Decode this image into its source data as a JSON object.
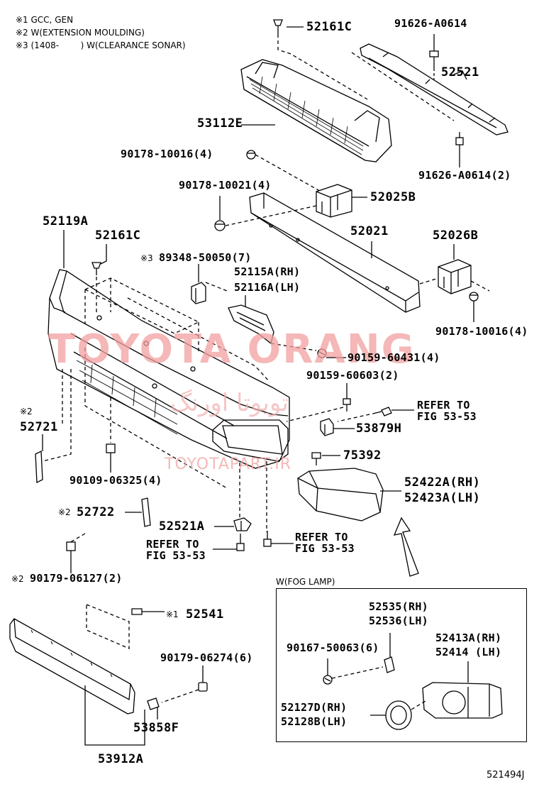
{
  "notes": {
    "n1": "※1 GCC, GEN",
    "n2": "※2 W(EXTENSION MOULDING)",
    "n3": "※3 (1408-        ) W(CLEARANCE SONAR)"
  },
  "watermark": {
    "main": "TOYOTA ORANG",
    "arabic": "تویوتا اورنگ",
    "site": "TOYOTAPART.IR"
  },
  "box_title": "W(FOG LAMP)",
  "figure_id": "521494J",
  "parts": {
    "p52161C_top": "52161C",
    "p91626_top": "91626-A0614",
    "p52521": "52521",
    "p53112E": "53112E",
    "p90178_16_a": "90178-10016(4)",
    "p91626_2": "91626-A0614(2)",
    "p90178_21": "90178-10021(4)",
    "p52025B": "52025B",
    "p52119A": "52119A",
    "p52021": "52021",
    "p52161C_mid": "52161C",
    "p52026B": "52026B",
    "p89348_mark": "※3",
    "p89348": "89348-50050(7)",
    "p52115A": "52115A(RH)",
    "p52116A": "52116A(LH)",
    "p90178_16_b": "90178-10016(4)",
    "p90159_60431": "90159-60431(4)",
    "p90159_60603": "90159-60603(2)",
    "refer1_a": "REFER TO",
    "refer1_b": "FIG 53-53",
    "p52721_mark": "※2",
    "p52721": "52721",
    "p53879H": "53879H",
    "p75392": "75392",
    "p90109": "90109-06325(4)",
    "p52422A": "52422A(RH)",
    "p52423A": "52423A(LH)",
    "p52722_mark": "※2",
    "p52722": "52722",
    "p52521A": "52521A",
    "refer2_a": "REFER TO",
    "refer2_b": "FIG 53-53",
    "refer3_a": "REFER TO",
    "refer3_b": "FIG 53-53",
    "p90179_06127_mark": "※2",
    "p90179_06127": "90179-06127(2)",
    "p52541_mark": "※1",
    "p52541": "52541",
    "p90179_06274": "90179-06274(6)",
    "p53858F": "53858F",
    "p53912A": "53912A",
    "p52535": "52535(RH)",
    "p52536": "52536(LH)",
    "p90167": "90167-50063(6)",
    "p52413A": "52413A(RH)",
    "p52414": "52414 (LH)",
    "p52127D": "52127D(RH)",
    "p52128B": "52128B(LH)"
  }
}
